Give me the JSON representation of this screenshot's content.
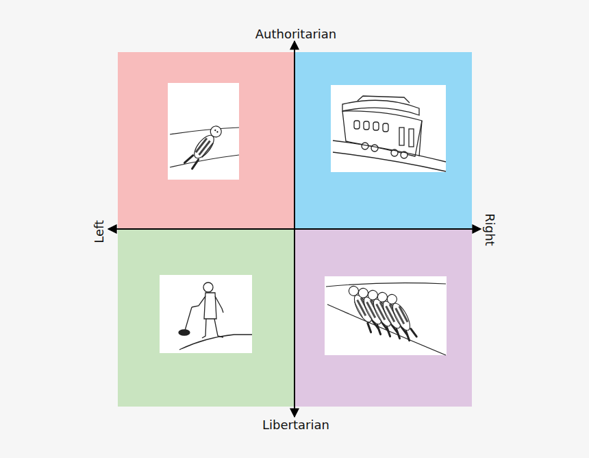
{
  "diagram": {
    "labels": [
      "Authoritarian",
      "Left",
      "Right",
      "Libertarian"
    ]
  }
}
